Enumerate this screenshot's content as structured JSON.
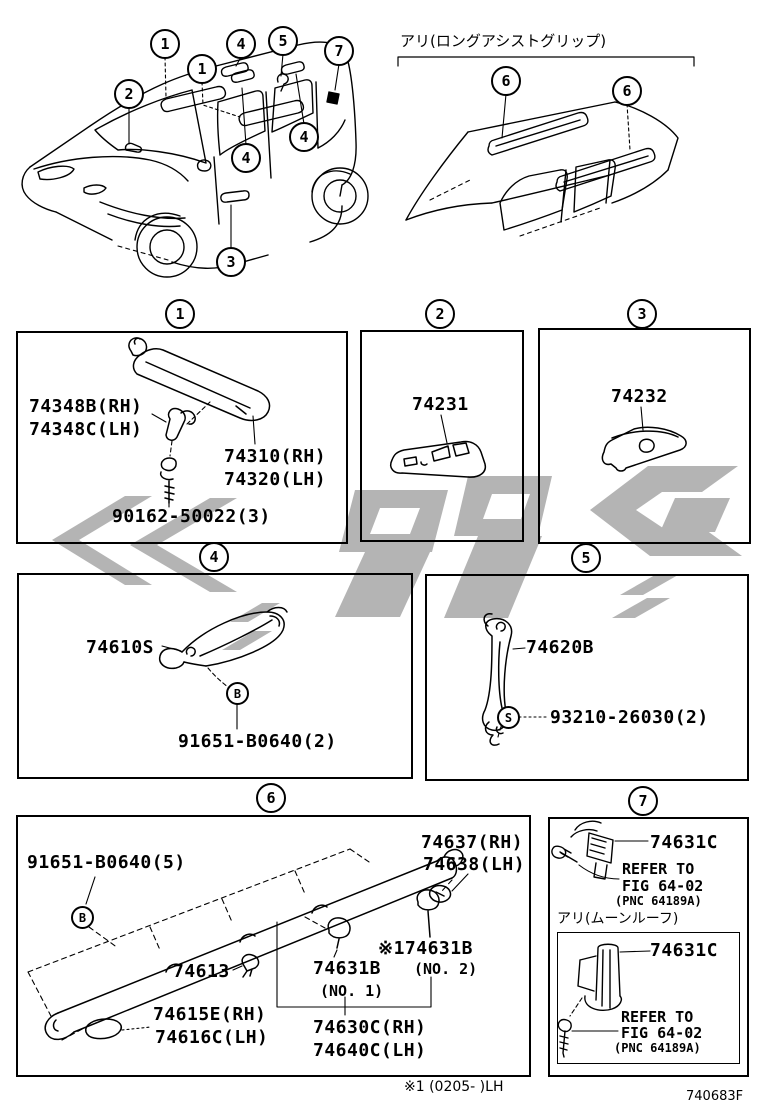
{
  "doc": {
    "footnote": "※1 (0205-  )LH",
    "number": "740683F"
  },
  "legend": {
    "long_assist_grip": "アリ(ロングアシストグリップ)",
    "moonroof": "アリ(ムーンルーフ)"
  },
  "callouts": {
    "side": [
      "1",
      "2",
      "1",
      "4",
      "5",
      "7",
      "4",
      "4",
      "3"
    ],
    "roof": [
      "6",
      "6"
    ],
    "sections": [
      "1",
      "2",
      "3",
      "4",
      "5",
      "6",
      "7"
    ]
  },
  "fasteners": {
    "b": "B",
    "s": "S"
  },
  "sections": {
    "s1": {
      "bracket_rh": "74348B(RH)",
      "bracket_lh": "74348C(LH)",
      "visor_rh": "74310(RH)",
      "visor_lh": "74320(LH)",
      "screw": "90162-50022(3)"
    },
    "s2": {
      "part": "74231"
    },
    "s3": {
      "part": "74232"
    },
    "s4": {
      "part": "74610S",
      "clip": "91651-B0640(2)"
    },
    "s5": {
      "part": "74620B",
      "screw": "93210-26030(2)"
    },
    "s6": {
      "clip": "91651-B0640(5)",
      "end_rh": "74637(RH)",
      "end_lh": "74638(LH)",
      "spacer": "74613",
      "bracket1": "74631B",
      "bracket1_no": "(NO. 1)",
      "bracket2": "※174631B",
      "bracket2_no": "(NO. 2)",
      "cap_rh": "74615E(RH)",
      "cap_lh": "74616C(LH)",
      "grip_rh": "74630C(RH)",
      "grip_lh": "74640C(LH)"
    },
    "s7": {
      "part": "74631C",
      "refer1": "REFER TO",
      "refer2": "FIG 64-02",
      "refer3": "(PNC 64189A)",
      "part2": "74631C",
      "refer4": "REFER TO",
      "refer5": "FIG 64-02",
      "refer6": "(PNC 64189A)"
    }
  },
  "colors": {
    "ink": "#000000",
    "watermark": "#b4b4b4",
    "paper": "#ffffff"
  }
}
